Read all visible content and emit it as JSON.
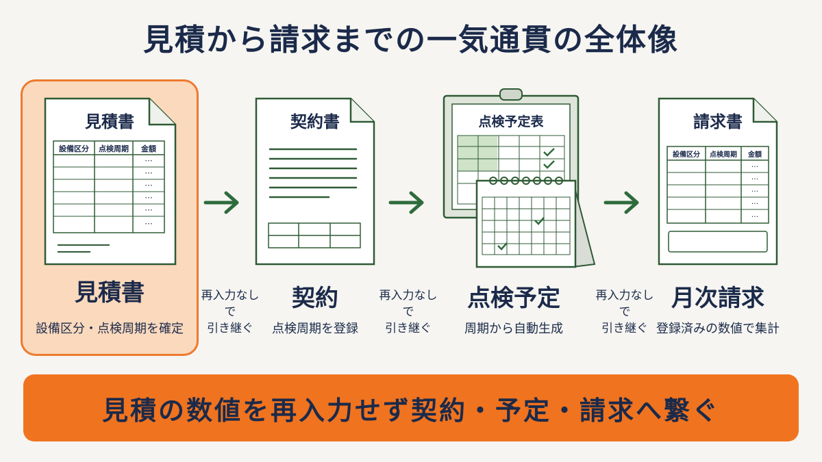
{
  "title": "見積から請求までの一気通貫の全体像",
  "docs": {
    "estimate": {
      "heading": "見積書",
      "cols": [
        "設備区分",
        "点検周期",
        "金額"
      ]
    },
    "contract": {
      "heading": "契約書"
    },
    "schedule": {
      "heading": "点検予定表"
    },
    "invoice": {
      "heading": "請求書",
      "cols": [
        "設備区分",
        "点検周期",
        "金額"
      ]
    }
  },
  "steps": [
    {
      "title": "見積書",
      "sub": "設備区分・点検周期を確定"
    },
    {
      "title": "契約",
      "sub": "点検周期を登録"
    },
    {
      "title": "点検予定",
      "sub": "周期から自動生成"
    },
    {
      "title": "月次請求",
      "sub": "登録済みの数値で集計"
    }
  ],
  "connectors": [
    {
      "line1": "再入力なしで",
      "line2": "引き継ぐ"
    },
    {
      "line1": "再入力なしで",
      "line2": "引き継ぐ"
    },
    {
      "line1": "再入力なしで",
      "line2": "引き継ぐ"
    }
  ],
  "banner": "見積の数値を再入力せず契約・予定・請求へ繋ぐ",
  "colors": {
    "accent": "#f0731f",
    "highlight": "#fad9bd",
    "ink": "#1b2a4a",
    "green": "#2e6b3c"
  }
}
